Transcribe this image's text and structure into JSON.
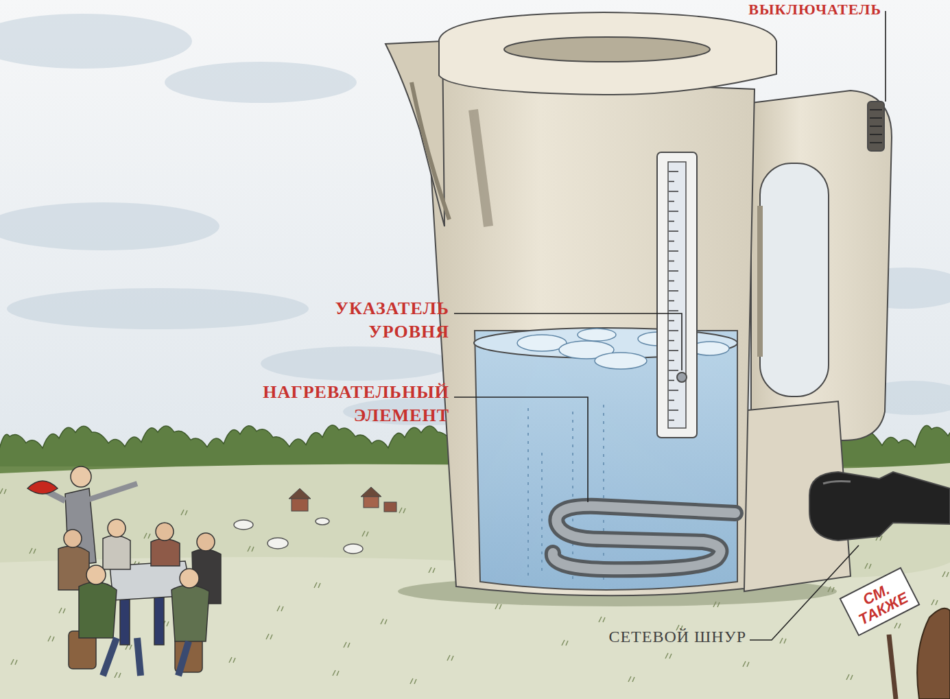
{
  "diagram": {
    "nodes": [
      {
        "text": [
          "СМ. ТАКЖЕ"
        ]
      }
    ],
    "labels": [
      "ВЫКЛЮЧАТЕЛЬ",
      "УКАЗАТЕЛЬ УРОВНЯ",
      "НАГРЕВАТЕЛЬНЫЙ ЭЛЕМЕНТ",
      "СЕТЕВОЙ ШНУР"
    ]
  }
}
